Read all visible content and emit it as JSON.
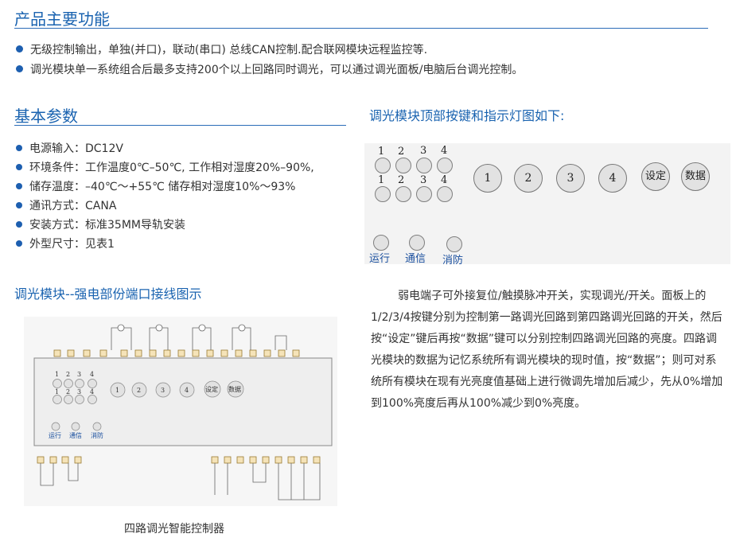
{
  "section1": {
    "title": "产品主要功能",
    "bullets": [
      "无级控制输出，单独(并口)，联动(串口) 总线CAN控制.配合联网模块远程监控等.",
      "调光模块单一系统组合后最多支持200个以上回路同时调光，可以通过调光面板/电脑后台调光控制。"
    ]
  },
  "section2": {
    "title": "基本参数",
    "params": [
      "电源输入：DC12V",
      "环境条件：工作温度0℃–50℃, 工作相对湿度20%–90%,",
      "储存温度：–40℃～+55℃   储存相对湿度10%～93%",
      "通讯方式：CANA",
      "安装方式：标准35MM导轨安装",
      "外型尺寸：见表1"
    ]
  },
  "panel_section": {
    "title": "调光模块顶部按键和指示灯图如下:",
    "small_labels": [
      "1",
      "2",
      "3",
      "4"
    ],
    "big_buttons": [
      "1",
      "2",
      "3",
      "4",
      "设定",
      "数据"
    ],
    "indicators": [
      "运行",
      "通信",
      "消防"
    ]
  },
  "wiring_section": {
    "title": "调光模块--强电部份端口接线图示",
    "diagram": {
      "small_labels": [
        "1",
        "2",
        "3",
        "4"
      ],
      "big_buttons": [
        "1",
        "2",
        "3",
        "4",
        "设定",
        "数据"
      ],
      "indicators": [
        "运行",
        "通信",
        "消防"
      ]
    },
    "caption": "四路调光智能控制器"
  },
  "description": "弱电端子可外接复位/触摸脉冲开关，实现调光/开关。面板上的1/2/3/4按键分别为控制第一路调光回路到第四路调光回路的开关，然后按“设定”键后再按“数据”键可以分别控制四路调光回路的亮度。四路调光模块的数据为记忆系统所有调光模块的现时值，按“数据”；则可对系统所有模块在现有光亮度值基础上进行微调先增加后减少，先从0%增加到100%亮度后再从100%减少到0%亮度。",
  "colors": {
    "heading": "#1a63b0",
    "bullet": "#1d5fb0",
    "rule": "#2b6cb8"
  }
}
